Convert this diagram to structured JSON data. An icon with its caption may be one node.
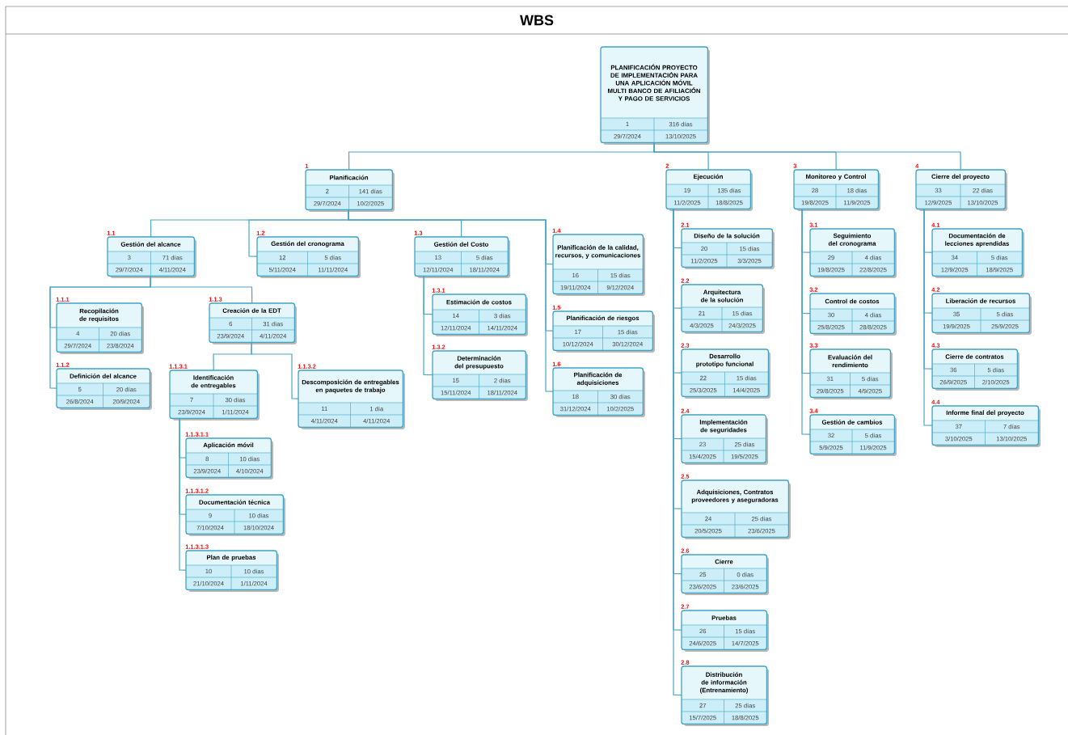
{
  "diagram": {
    "title": "WBS",
    "nodes": [
      {
        "text": [
          "PLANIFICACIÓN PROYECTO DE IMPLEMENTACIÓN PARA UNA APLICACIÓN MÓVIL MULTI BANCO DE AFILIACIÓN Y PAGO DE SERVICIOS",
          "1",
          "316 días",
          "29/7/2024",
          "13/10/2025"
        ]
      },
      {
        "text": [
          "Planificación",
          "2",
          "141 días",
          "29/7/2024",
          "10/2/2025"
        ],
        "beside": [
          "1"
        ]
      },
      {
        "text": [
          "Gestión del alcance",
          "3",
          "71 días",
          "29/7/2024",
          "4/11/2024"
        ],
        "beside": [
          "1.1"
        ]
      },
      {
        "text": [
          "Recopilación de requisitos",
          "4",
          "20 días",
          "29/7/2024",
          "23/8/2024"
        ],
        "beside": [
          "1.1.1"
        ]
      },
      {
        "text": [
          "Definición del alcance",
          "5",
          "20 días",
          "26/8/2024",
          "20/9/2024"
        ],
        "beside": [
          "1.1.2"
        ]
      },
      {
        "text": [
          "Creación de la EDT",
          "6",
          "31 días",
          "23/9/2024",
          "4/11/2024"
        ],
        "beside": [
          "1.1.3"
        ]
      },
      {
        "text": [
          "Identificación de entregables",
          "7",
          "30 días",
          "23/9/2024",
          "1/11/2024"
        ],
        "beside": [
          "1.1.3.1"
        ]
      },
      {
        "text": [
          "Aplicación móvil",
          "8",
          "10 días",
          "23/9/2024",
          "4/10/2024"
        ],
        "beside": [
          "1.1.3.1.1"
        ]
      },
      {
        "text": [
          "Documentación técnica",
          "9",
          "10 días",
          "7/10/2024",
          "18/10/2024"
        ],
        "beside": [
          "1.1.3.1.2"
        ]
      },
      {
        "text": [
          "Plan de pruebas",
          "10",
          "10 días",
          "21/10/2024",
          "1/11/2024"
        ],
        "beside": [
          "1.1.3.1.3"
        ]
      },
      {
        "text": [
          "Descomposición de entregables en paquetes de trabajo",
          "11",
          "1 día",
          "4/11/2024",
          "4/11/2024"
        ],
        "beside": [
          "1.1.3.2"
        ]
      },
      {
        "text": [
          "Gestión del cronograma",
          "12",
          "5 días",
          "5/11/2024",
          "11/11/2024"
        ],
        "beside": [
          "1.2"
        ]
      },
      {
        "text": [
          "Gestión del Costo",
          "13",
          "5 días",
          "12/11/2024",
          "18/11/2024"
        ],
        "beside": [
          "1.3"
        ]
      },
      {
        "text": [
          "Estimación de costos",
          "14",
          "3 días",
          "12/11/2024",
          "14/11/2024"
        ],
        "beside": [
          "1.3.1"
        ]
      },
      {
        "text": [
          "Determinación del presupuesto",
          "15",
          "2 días",
          "15/11/2024",
          "18/11/2024"
        ],
        "beside": [
          "1.3.2"
        ]
      },
      {
        "text": [
          "Planificación de la calidad, recursos, y comunicaciones",
          "16",
          "15 días",
          "19/11/2024",
          "9/12/2024"
        ],
        "beside": [
          "1.4"
        ]
      },
      {
        "text": [
          "Planificación de riesgos",
          "17",
          "15 días",
          "10/12/2024",
          "30/12/2024"
        ],
        "beside": [
          "1.5"
        ]
      },
      {
        "text": [
          "Planificación de adquisiciones",
          "18",
          "30 días",
          "31/12/2024",
          "10/2/2025"
        ],
        "beside": [
          "1.6"
        ]
      },
      {
        "text": [
          "Ejecución",
          "19",
          "135 días",
          "11/2/2025",
          "18/8/2025"
        ],
        "beside": [
          "2"
        ]
      },
      {
        "text": [
          "Diseño de la solución",
          "20",
          "15 días",
          "11/2/2025",
          "3/3/2025"
        ],
        "beside": [
          "2.1"
        ]
      },
      {
        "text": [
          "Arquitectura de la solución",
          "21",
          "15 días",
          "4/3/2025",
          "24/3/2025"
        ],
        "beside": [
          "2.2"
        ]
      },
      {
        "text": [
          "Desarrollo prototipo funcional",
          "22",
          "15 días",
          "25/3/2025",
          "14/4/2025"
        ],
        "beside": [
          "2.3"
        ]
      },
      {
        "text": [
          "Implementación de seguridades",
          "23",
          "25 días",
          "15/4/2025",
          "19/5/2025"
        ],
        "beside": [
          "2.4"
        ]
      },
      {
        "text": [
          "Adquisiciones, Contratos proveedores y aseguradoras",
          "24",
          "25 días",
          "20/5/2025",
          "23/6/2025"
        ],
        "beside": [
          "2.5"
        ]
      },
      {
        "text": [
          "Cierre",
          "25",
          "0 días",
          "23/6/2025",
          "23/6/2025"
        ],
        "beside": [
          "2.6"
        ]
      },
      {
        "text": [
          "Pruebas",
          "26",
          "15 días",
          "24/6/2025",
          "14/7/2025"
        ],
        "beside": [
          "2.7"
        ]
      },
      {
        "text": [
          "Distribución de información (Entrenamiento)",
          "27",
          "25 días",
          "15/7/2025",
          "18/8/2025"
        ],
        "beside": [
          "2.8"
        ]
      },
      {
        "text": [
          "Monitoreo y Control",
          "28",
          "18 días",
          "19/8/2025",
          "11/9/2025"
        ],
        "beside": [
          "3"
        ]
      },
      {
        "text": [
          "Seguimiento del cronograma",
          "29",
          "4 días",
          "19/8/2025",
          "22/8/2025"
        ],
        "beside": [
          "3.1"
        ]
      },
      {
        "text": [
          "Control de costos",
          "30",
          "4 días",
          "25/8/2025",
          "28/8/2025"
        ],
        "beside": [
          "3.2"
        ]
      },
      {
        "text": [
          "Evaluación del rendimiento",
          "31",
          "5 días",
          "29/8/2025",
          "4/9/2025"
        ],
        "beside": [
          "3.3"
        ]
      },
      {
        "text": [
          "Gestión de cambios",
          "32",
          "5 días",
          "5/9/2025",
          "11/9/2025"
        ],
        "beside": [
          "3.4"
        ]
      },
      {
        "text": [
          "Cierre del proyecto",
          "33",
          "22 días",
          "12/9/2025",
          "13/10/2025"
        ],
        "beside": [
          "4"
        ]
      },
      {
        "text": [
          "Documentación de lecciones aprendidas",
          "34",
          "5 días",
          "12/9/2025",
          "18/9/2025"
        ],
        "beside": [
          "4.1"
        ]
      },
      {
        "text": [
          "Liberación de recursos",
          "35",
          "5 días",
          "19/9/2025",
          "25/9/2025"
        ],
        "beside": [
          "4.2"
        ]
      },
      {
        "text": [
          "Cierre de contratos",
          "36",
          "5 días",
          "26/9/2025",
          "2/10/2025"
        ],
        "beside": [
          "4.3"
        ]
      },
      {
        "text": [
          "Informe final del proyecto",
          "37",
          "7 días",
          "3/10/2025",
          "13/10/2025"
        ],
        "beside": [
          "4.4"
        ]
      }
    ],
    "edges": [
      {
        "from": 0,
        "to": 1,
        "arrow": "none"
      },
      {
        "from": 0,
        "to": 18,
        "arrow": "none"
      },
      {
        "from": 0,
        "to": 27,
        "arrow": "none"
      },
      {
        "from": 0,
        "to": 32,
        "arrow": "none"
      },
      {
        "from": 1,
        "to": 2,
        "arrow": "none"
      },
      {
        "from": 1,
        "to": 11,
        "arrow": "none"
      },
      {
        "from": 1,
        "to": 12,
        "arrow": "none"
      },
      {
        "from": 1,
        "to": 15,
        "arrow": "none"
      },
      {
        "from": 1,
        "to": 16,
        "arrow": "none"
      },
      {
        "from": 1,
        "to": 17,
        "arrow": "none"
      },
      {
        "from": 2,
        "to": 3,
        "arrow": "none"
      },
      {
        "from": 2,
        "to": 4,
        "arrow": "none"
      },
      {
        "from": 2,
        "to": 5,
        "arrow": "none"
      },
      {
        "from": 5,
        "to": 6,
        "arrow": "none"
      },
      {
        "from": 5,
        "to": 10,
        "arrow": "none"
      },
      {
        "from": 6,
        "to": 7,
        "arrow": "none"
      },
      {
        "from": 6,
        "to": 8,
        "arrow": "none"
      },
      {
        "from": 6,
        "to": 9,
        "arrow": "none"
      },
      {
        "from": 12,
        "to": 13,
        "arrow": "none"
      },
      {
        "from": 12,
        "to": 14,
        "arrow": "none"
      },
      {
        "from": 18,
        "to": 19,
        "arrow": "none"
      },
      {
        "from": 18,
        "to": 20,
        "arrow": "none"
      },
      {
        "from": 18,
        "to": 21,
        "arrow": "none"
      },
      {
        "from": 18,
        "to": 22,
        "arrow": "none"
      },
      {
        "from": 18,
        "to": 23,
        "arrow": "none"
      },
      {
        "from": 18,
        "to": 24,
        "arrow": "none"
      },
      {
        "from": 18,
        "to": 25,
        "arrow": "none"
      },
      {
        "from": 18,
        "to": 26,
        "arrow": "none"
      },
      {
        "from": 27,
        "to": 28,
        "arrow": "none"
      },
      {
        "from": 27,
        "to": 29,
        "arrow": "none"
      },
      {
        "from": 27,
        "to": 30,
        "arrow": "none"
      },
      {
        "from": 27,
        "to": 31,
        "arrow": "none"
      },
      {
        "from": 32,
        "to": 33,
        "arrow": "none"
      },
      {
        "from": 32,
        "to": 34,
        "arrow": "none"
      },
      {
        "from": 32,
        "to": 35,
        "arrow": "none"
      },
      {
        "from": 32,
        "to": 36,
        "arrow": "none"
      }
    ]
  }
}
